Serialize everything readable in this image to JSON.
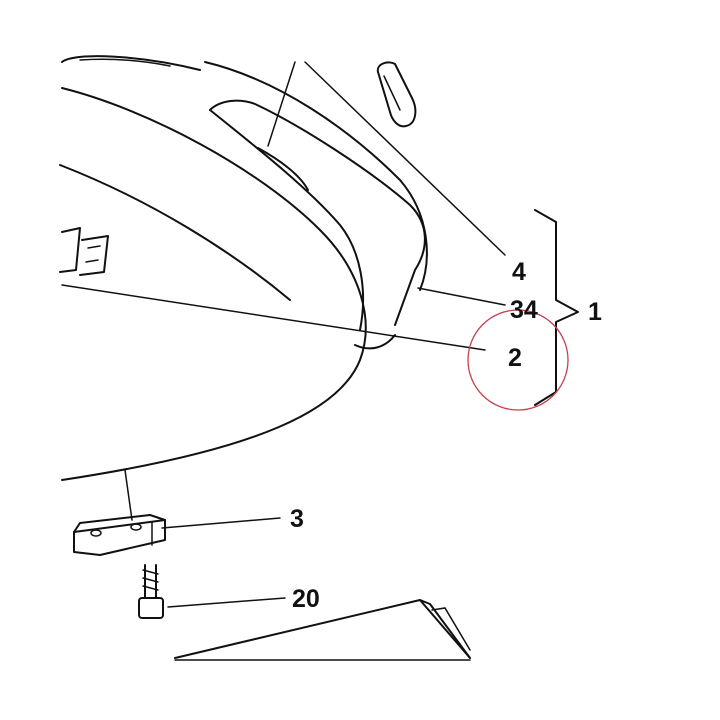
{
  "callouts": {
    "c4": "4",
    "c34": "34",
    "c2": "2",
    "c1": "1",
    "c3": "3",
    "c20": "20"
  },
  "colors": {
    "line": "#111111",
    "highlight_circle": "#c8404f",
    "background": "#ffffff"
  }
}
